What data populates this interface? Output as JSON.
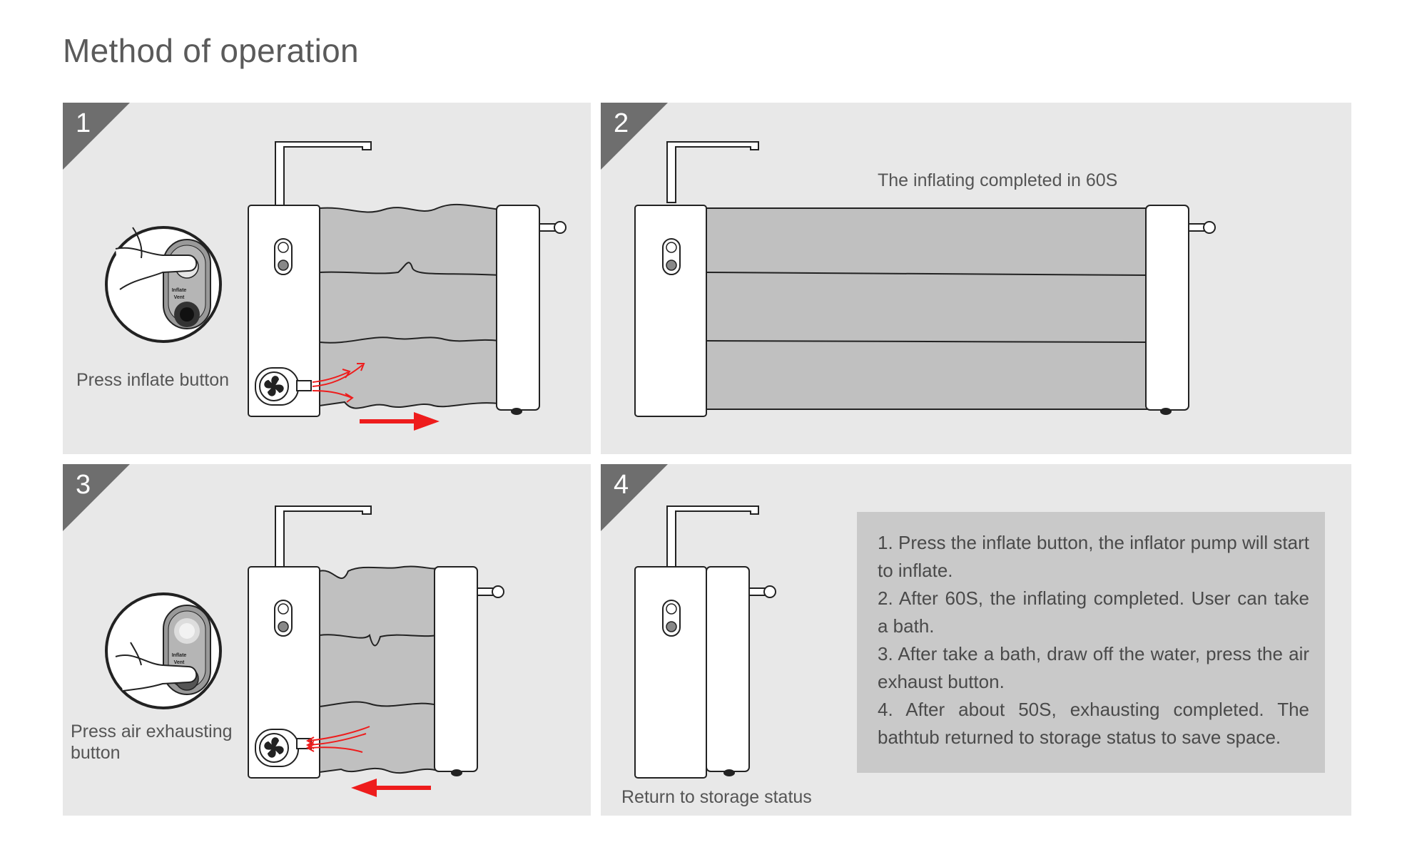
{
  "title": "Method of operation",
  "panels": [
    {
      "step": "1",
      "caption": "Press inflate button"
    },
    {
      "step": "2",
      "caption": "The inflating completed in 60S"
    },
    {
      "step": "3",
      "caption": "Press air exhausting button"
    },
    {
      "step": "4",
      "caption": "Return to storage status"
    }
  ],
  "button_labels": {
    "inflate": "Inflate",
    "vent": "Vent"
  },
  "instructions": [
    "1. Press the inflate button, the inflator pump will start to inflate.",
    "2. After 60S, the inflating completed. User can take a bath.",
    "3. After take a bath, draw off the water, press the air exhaust button.",
    "4. After about 50S, exhausting completed. The bathtub returned to storage status to save space."
  ],
  "colors": {
    "panel_bg": "#e8e8e8",
    "corner_tag": "#6e6e6e",
    "tub_fill": "#c0c0c0",
    "arrow": "#ee1c1c",
    "info_box": "#c9c9c9"
  },
  "icons": [
    "faucet-icon",
    "fan-icon",
    "finger-press-icon",
    "direction-arrow-icon",
    "airflow-arrows-icon"
  ]
}
